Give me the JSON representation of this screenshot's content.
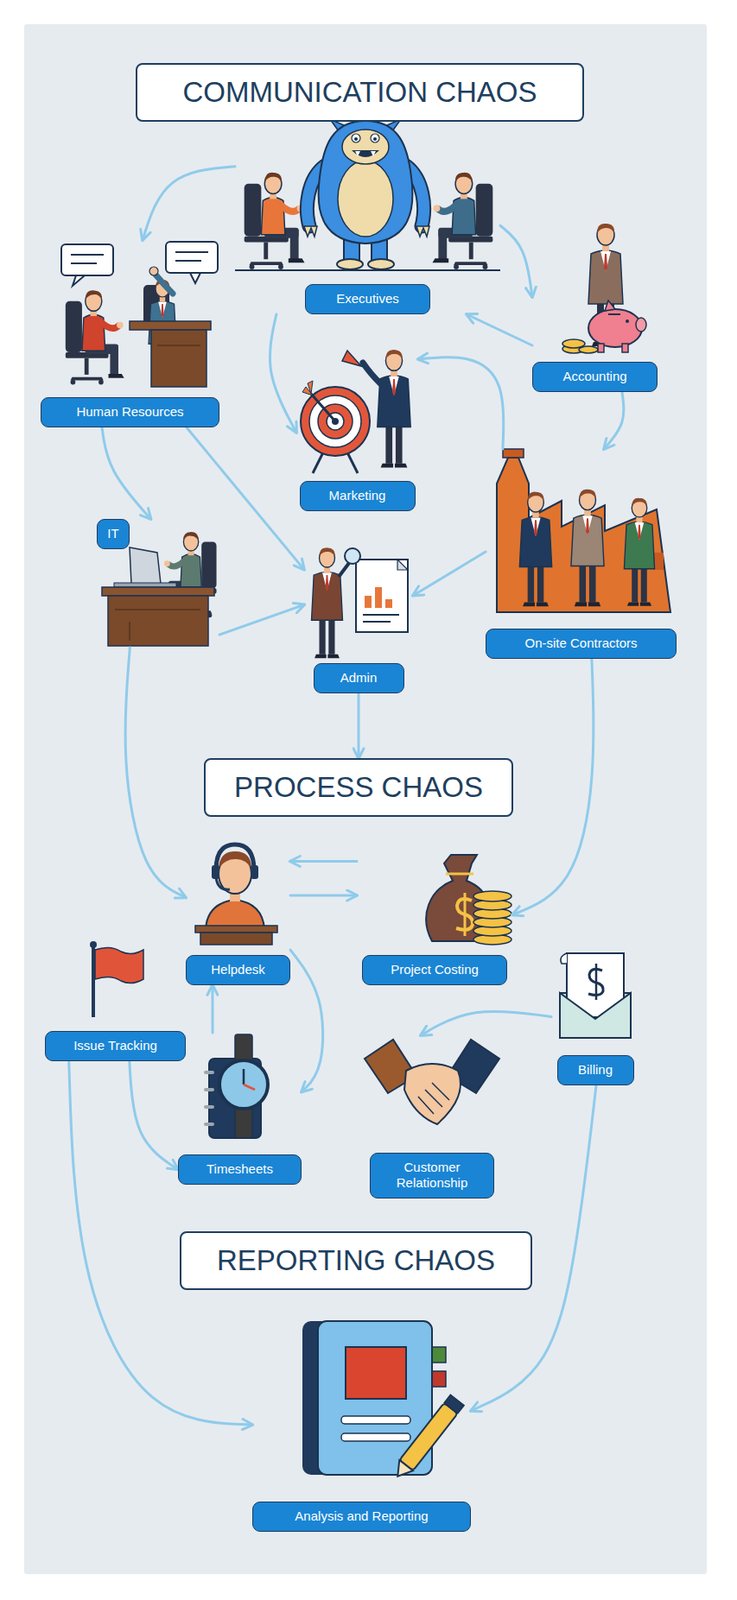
{
  "diagram": {
    "nodes": [
      {
        "text": [
          "COMMUNICATION CHAOS"
        ]
      },
      {
        "text": [
          "Executives"
        ]
      },
      {
        "text": [
          "Accounting"
        ]
      },
      {
        "text": [
          "Human Resources"
        ]
      },
      {
        "text": [
          "Marketing"
        ]
      },
      {
        "text": [
          "IT"
        ]
      },
      {
        "text": [
          "Admin"
        ]
      },
      {
        "text": [
          "On-site Contractors"
        ]
      },
      {
        "text": [
          "PROCESS CHAOS"
        ]
      },
      {
        "text": [
          "Helpdesk"
        ]
      },
      {
        "text": [
          "Project Costing"
        ]
      },
      {
        "text": [
          "Issue Tracking"
        ]
      },
      {
        "text": [
          "Billing"
        ]
      },
      {
        "text": [
          "Timesheets"
        ]
      },
      {
        "text": [
          "Customer Relationship"
        ]
      },
      {
        "text": [
          "REPORTING CHAOS"
        ]
      },
      {
        "text": [
          "Analysis and Reporting"
        ]
      }
    ],
    "edges": [
      {
        "from": 1,
        "to": 3,
        "arrow": "to"
      },
      {
        "from": 1,
        "to": 2,
        "arrow": "to"
      },
      {
        "from": 2,
        "to": 1,
        "arrow": "to"
      },
      {
        "from": 2,
        "to": 7,
        "arrow": "to"
      },
      {
        "from": 1,
        "to": 4,
        "arrow": "to"
      },
      {
        "from": 7,
        "to": 4,
        "arrow": "to"
      },
      {
        "from": 7,
        "to": 6,
        "arrow": "to"
      },
      {
        "from": 3,
        "to": 5,
        "arrow": "to"
      },
      {
        "from": 3,
        "to": 6,
        "arrow": "to"
      },
      {
        "from": 5,
        "to": 6,
        "arrow": "to"
      },
      {
        "from": 5,
        "to": 9,
        "arrow": "to"
      },
      {
        "from": 6,
        "to": 8,
        "arrow": "to"
      },
      {
        "from": 7,
        "to": 10,
        "arrow": "to"
      },
      {
        "from": 10,
        "to": 9,
        "arrow": "to"
      },
      {
        "from": 9,
        "to": 10,
        "arrow": "to"
      },
      {
        "from": 9,
        "to": 13,
        "arrow": "to"
      },
      {
        "from": 13,
        "to": 9,
        "arrow": "to"
      },
      {
        "from": 11,
        "to": 13,
        "arrow": "to"
      },
      {
        "from": 12,
        "to": 14,
        "arrow": "to"
      },
      {
        "from": 11,
        "to": 16,
        "arrow": "to"
      },
      {
        "from": 12,
        "to": 16,
        "arrow": "to"
      }
    ]
  }
}
